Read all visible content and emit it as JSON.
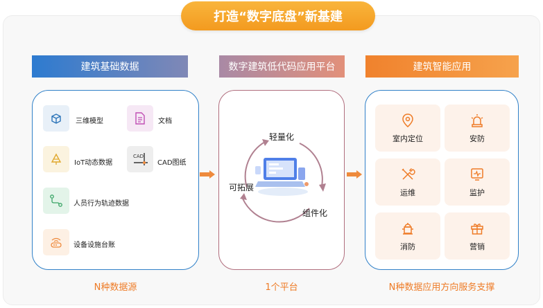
{
  "banner": {
    "title": "打造“数字底盘”新基建"
  },
  "columns": {
    "data_sources": {
      "header": "建筑基础数据",
      "items": [
        {
          "label": "三维模型",
          "icon": "cube-icon"
        },
        {
          "label": "文档",
          "icon": "document-icon"
        },
        {
          "label": "IoT动态数据",
          "icon": "iot-icon"
        },
        {
          "label": "CAD图纸",
          "icon": "cad-icon"
        },
        {
          "label": "人员行为轨迹数据",
          "icon": "trajectory-icon"
        },
        {
          "label": "设备设施台账",
          "icon": "router-icon"
        }
      ],
      "footer": "N种数据源"
    },
    "platform": {
      "header": "数字建筑低代码应用平台",
      "cycle": [
        "轻量化",
        "组件化",
        "可拓展"
      ],
      "footer": "1个平台"
    },
    "applications": {
      "header": "建筑智能应用",
      "tiles": [
        {
          "label": "室内定位",
          "icon": "location-pin-icon"
        },
        {
          "label": "安防",
          "icon": "alarm-light-icon"
        },
        {
          "label": "运维",
          "icon": "tools-icon"
        },
        {
          "label": "监护",
          "icon": "monitor-icon"
        },
        {
          "label": "消防",
          "icon": "fire-hydrant-icon"
        },
        {
          "label": "营销",
          "icon": "gift-icon"
        }
      ],
      "footer": "N种数据应用方向服务支撑"
    }
  },
  "colors": {
    "banner": "#f39a1f",
    "blue_header": "#2d7bd0",
    "orange_header": "#f0822d",
    "accent_text": "#ee7b26",
    "arrow": "#ee8a3c"
  }
}
